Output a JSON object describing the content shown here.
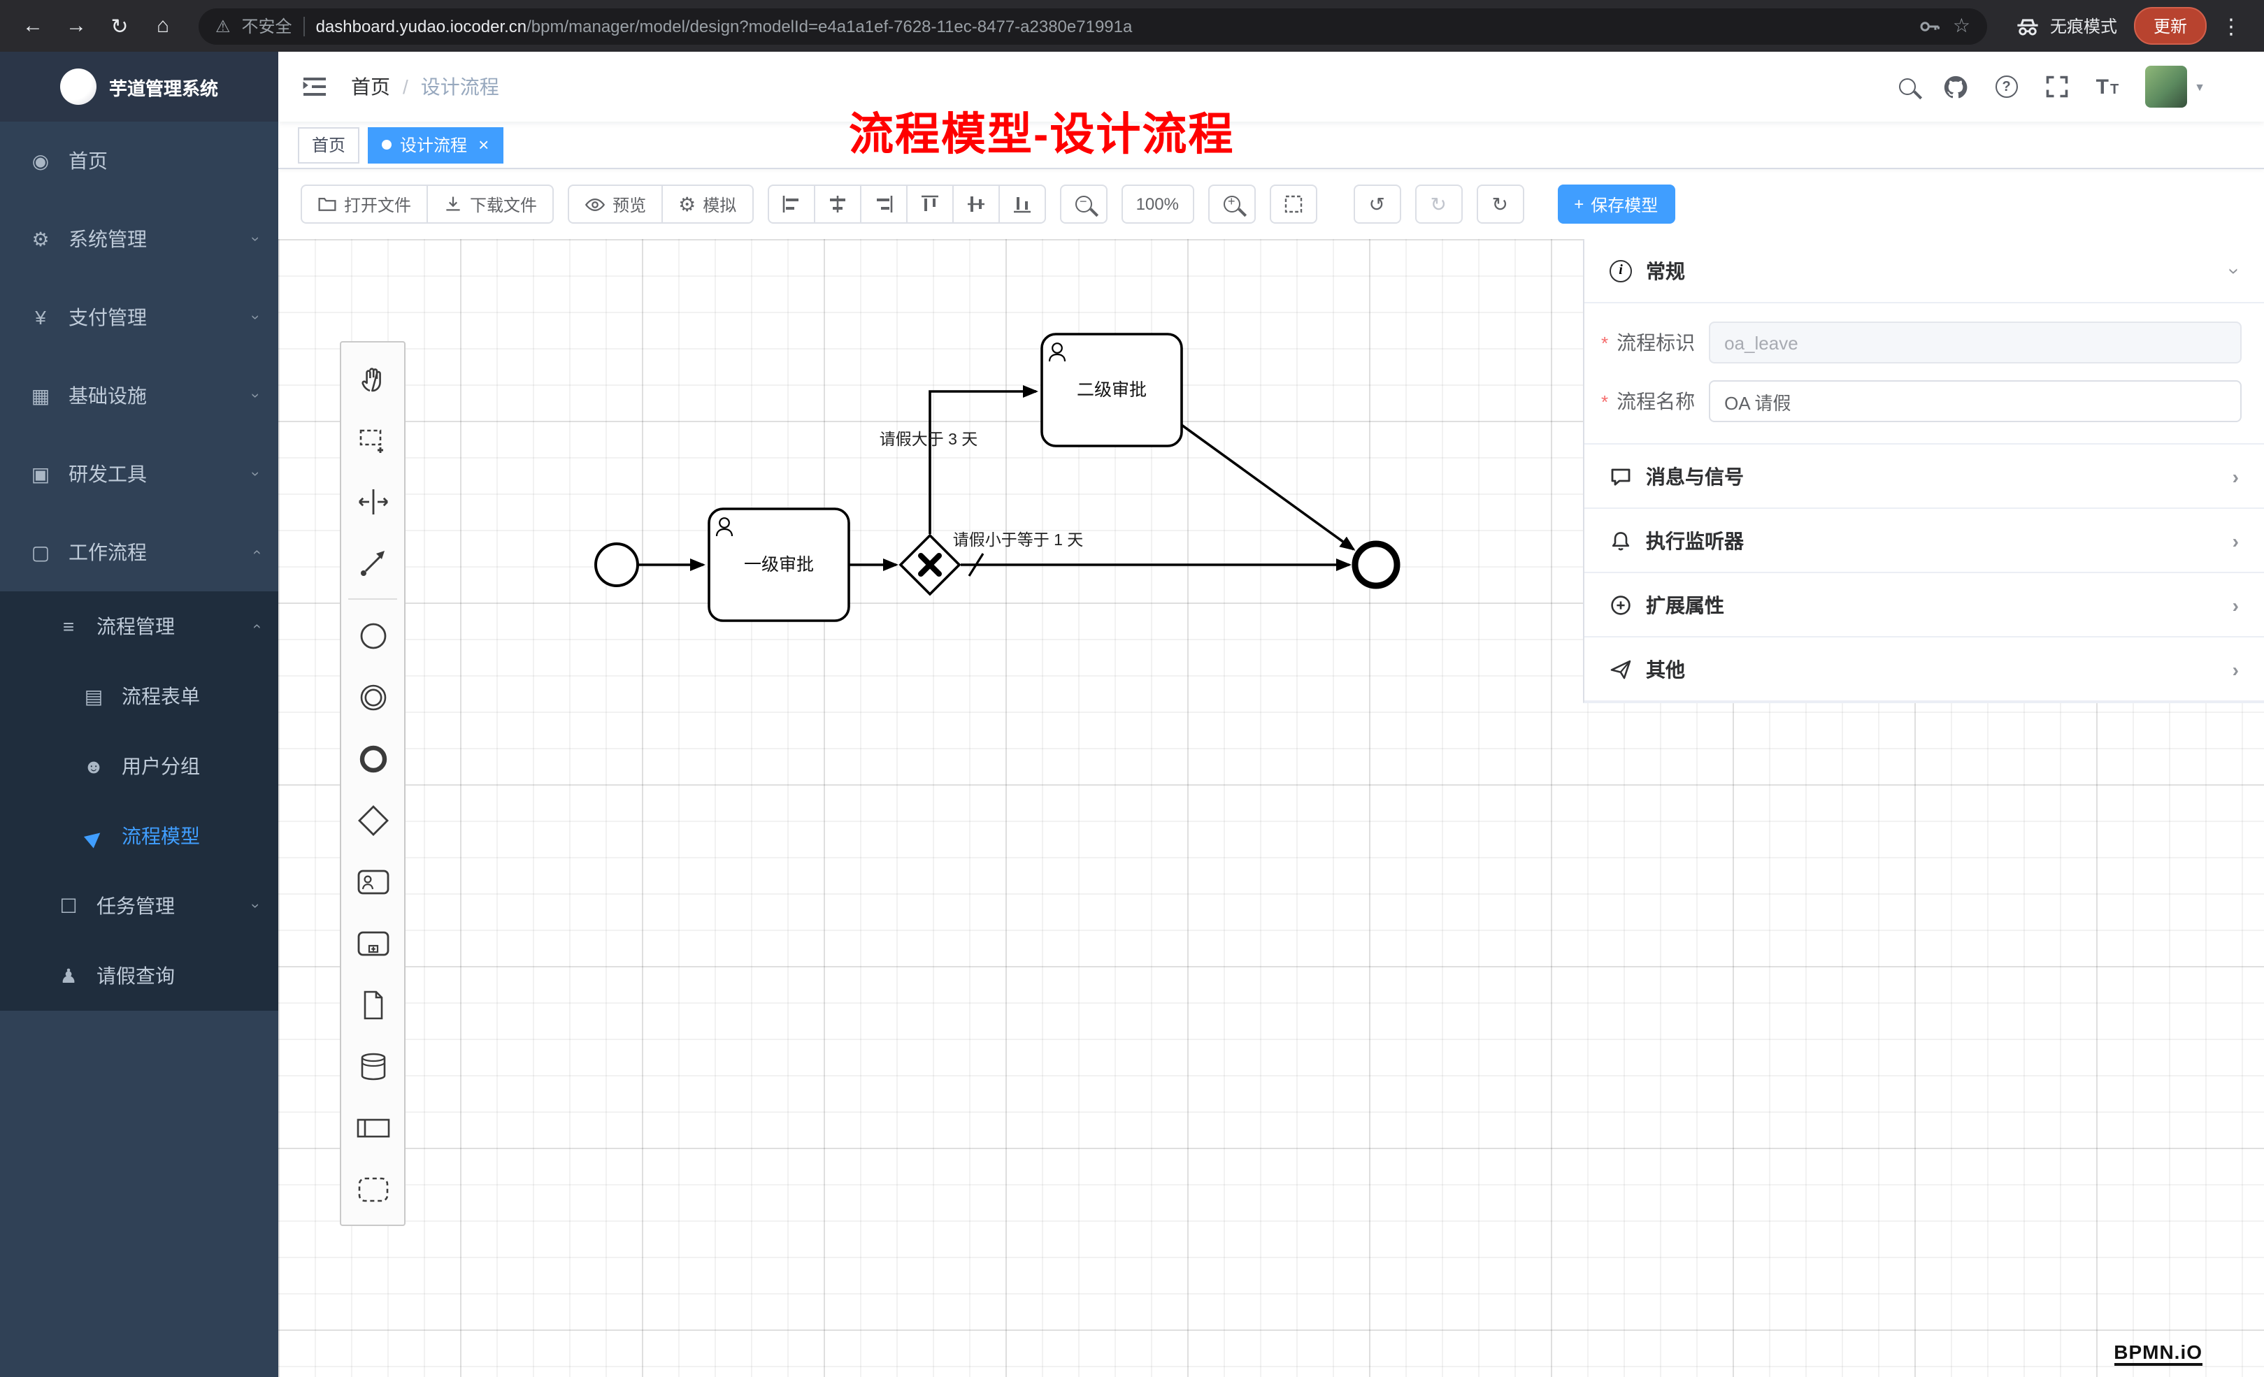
{
  "browser": {
    "security_chip": "不安全",
    "url_host": "dashboard.yudao.iocoder.cn",
    "url_path": "/bpm/manager/model/design?modelId=e4a1a1ef-7628-11ec-8477-a2380e71991a",
    "incognito_label": "无痕模式",
    "update_label": "更新"
  },
  "icons": {
    "back": "←",
    "forward": "→",
    "reload": "↻",
    "home": "⌂",
    "warning": "⚠",
    "star": "☆",
    "dots": "⋮",
    "dashboard": "◉",
    "gear": "⚙",
    "yen": "¥",
    "infra": "▦",
    "tools": "▣",
    "workflow": "▢",
    "list": "≡",
    "form": "▤",
    "user_group": "☻",
    "send": "▶",
    "task": "☐",
    "person": "♟",
    "chevron": "›",
    "close": "×",
    "caret_down": "▼",
    "plus": "+",
    "minus": "−",
    "undo": "↺",
    "redo": "↻",
    "refresh": "↻",
    "question": "?",
    "info": "i",
    "fontsize": "T"
  },
  "sidebar": {
    "app_title": "芋道管理系统",
    "items": [
      {
        "label": "首页"
      },
      {
        "label": "系统管理"
      },
      {
        "label": "支付管理"
      },
      {
        "label": "基础设施"
      },
      {
        "label": "研发工具"
      },
      {
        "label": "工作流程"
      },
      {
        "label": "流程管理"
      },
      {
        "label": "流程表单"
      },
      {
        "label": "用户分组"
      },
      {
        "label": "流程模型"
      },
      {
        "label": "任务管理"
      },
      {
        "label": "请假查询"
      }
    ]
  },
  "navbar": {
    "breadcrumb_home": "首页",
    "breadcrumb_separator": "/",
    "breadcrumb_current": "设计流程"
  },
  "annotation": "流程模型-设计流程",
  "tabs": [
    {
      "label": "首页",
      "active": false
    },
    {
      "label": "设计流程",
      "active": true
    }
  ],
  "toolbar": {
    "open_file": "打开文件",
    "download_file": "下载文件",
    "preview": "预览",
    "simulate": "模拟",
    "zoom_level": "100%",
    "save_model": "保存模型"
  },
  "diagram": {
    "type": "bpmn-process",
    "nodes": [
      {
        "id": "start",
        "type": "start-event",
        "label": ""
      },
      {
        "id": "task1",
        "type": "user-task",
        "label": "一级审批"
      },
      {
        "id": "gateway",
        "type": "exclusive-gateway",
        "label": ""
      },
      {
        "id": "task2",
        "type": "user-task",
        "label": "二级审批"
      },
      {
        "id": "end",
        "type": "end-event",
        "label": ""
      }
    ],
    "edges": [
      {
        "from": "start",
        "to": "task1",
        "label": ""
      },
      {
        "from": "task1",
        "to": "gateway",
        "label": ""
      },
      {
        "from": "gateway",
        "to": "task2",
        "label": "请假大于 3 天"
      },
      {
        "from": "gateway",
        "to": "end",
        "label": "请假小于等于 1 天",
        "default": true
      },
      {
        "from": "task2",
        "to": "end",
        "label": ""
      }
    ],
    "palette_tools": [
      "hand-tool",
      "lasso-tool",
      "space-tool",
      "global-connect-tool",
      "start-event",
      "intermediate-event",
      "end-event",
      "gateway",
      "user-task",
      "subprocess",
      "data-object",
      "data-store",
      "participant",
      "group"
    ]
  },
  "panel": {
    "general_title": "常规",
    "fields": [
      {
        "label": "流程标识",
        "value": "oa_leave",
        "required": true,
        "disabled": true
      },
      {
        "label": "流程名称",
        "value": "OA 请假",
        "required": true,
        "disabled": false
      }
    ],
    "sections": [
      {
        "label": "消息与信号"
      },
      {
        "label": "执行监听器"
      },
      {
        "label": "扩展属性"
      },
      {
        "label": "其他"
      }
    ]
  },
  "footer": {
    "bpmn_logo": "BPMN.iO"
  },
  "colors": {
    "primary": "#409eff",
    "sidebar_bg": "#304156",
    "submenu_bg": "#1f2d3d",
    "annotation_red": "#ff0000",
    "update_btn": "#b8432f"
  }
}
